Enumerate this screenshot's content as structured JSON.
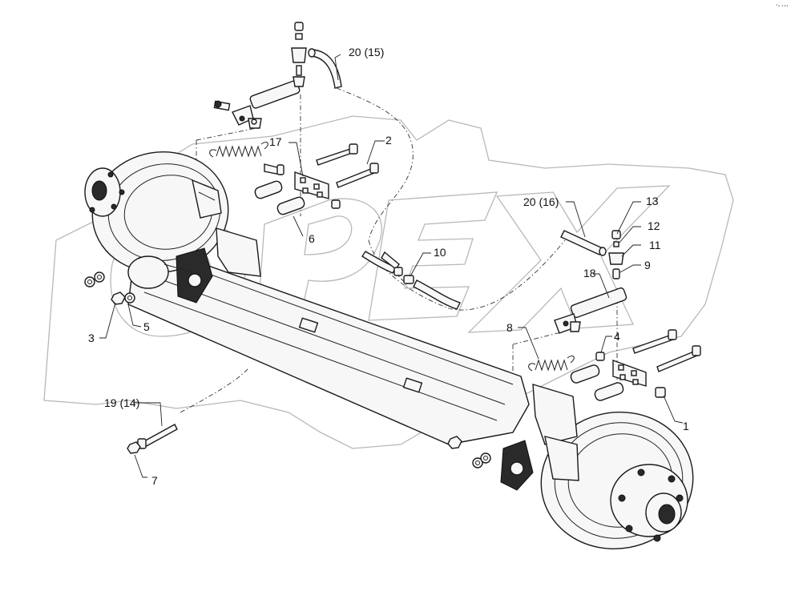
{
  "watermark": {
    "text": "OPEX"
  },
  "corner_note": "°• •••",
  "callouts": [
    {
      "id": "c1",
      "label": "1"
    },
    {
      "id": "c2",
      "label": "2"
    },
    {
      "id": "c3",
      "label": "3"
    },
    {
      "id": "c4",
      "label": "4"
    },
    {
      "id": "c5",
      "label": "5"
    },
    {
      "id": "c6",
      "label": "6"
    },
    {
      "id": "c7",
      "label": "7"
    },
    {
      "id": "c8",
      "label": "8"
    },
    {
      "id": "c9",
      "label": "9"
    },
    {
      "id": "c10",
      "label": "10"
    },
    {
      "id": "c11",
      "label": "11"
    },
    {
      "id": "c12",
      "label": "12"
    },
    {
      "id": "c13",
      "label": "13"
    },
    {
      "id": "c17",
      "label": "17"
    },
    {
      "id": "c18",
      "label": "18"
    },
    {
      "id": "c19",
      "label": "19 (14)"
    },
    {
      "id": "c20a",
      "label": "20 (15)"
    },
    {
      "id": "c20b",
      "label": "20 (16)"
    }
  ],
  "colors": {
    "line": "#1a1a1a",
    "watermark": "#b8b8b8",
    "background": "#ffffff"
  }
}
